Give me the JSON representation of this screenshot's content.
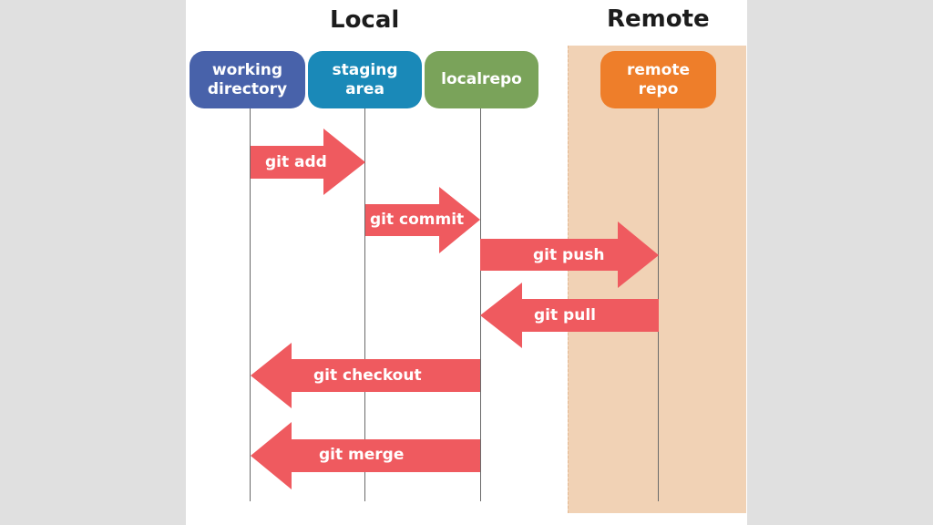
{
  "headings": {
    "local": "Local",
    "remote": "Remote"
  },
  "nodes": {
    "working_directory": [
      "working",
      "directory"
    ],
    "staging_area": [
      "staging",
      "area"
    ],
    "localrepo": [
      "localrepo"
    ],
    "remote_repo": [
      "remote",
      "repo"
    ]
  },
  "commands": {
    "add": "git add",
    "commit": "git commit",
    "push": "git push",
    "pull": "git pull",
    "checkout": "git checkout",
    "merge": "git merge"
  },
  "colors": {
    "arrow": "#ef5a5f",
    "working_directory": "#4862aa",
    "staging_area": "#1a89b8",
    "localrepo": "#7aa35a",
    "remote_repo": "#ee7e2a",
    "remote_zone": "#f1d2b5"
  }
}
